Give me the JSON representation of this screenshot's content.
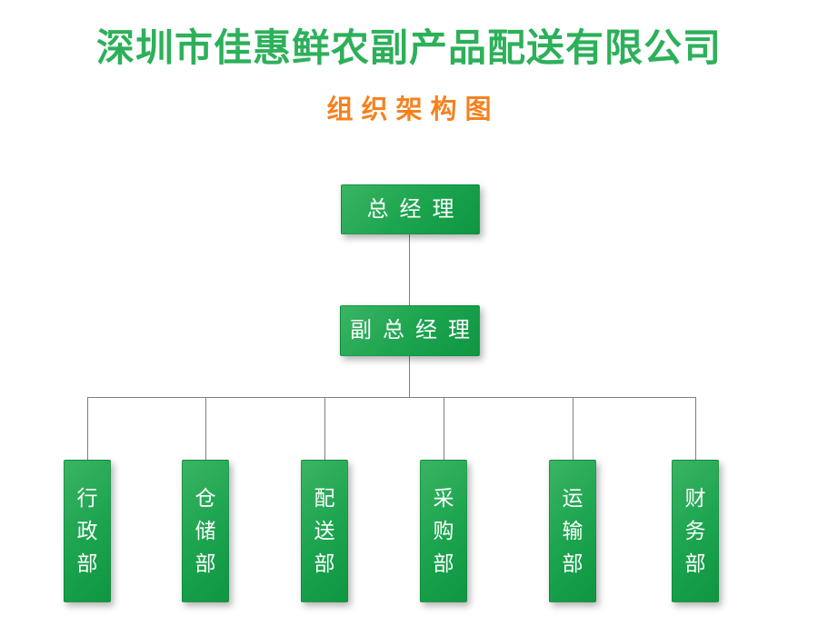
{
  "header": {
    "company_title": "深圳市佳惠鲜农副产品配送有限公司",
    "chart_subtitle": "组织架构图"
  },
  "org_chart": {
    "root": {
      "label": "总经理"
    },
    "deputy": {
      "label": "副总经理"
    },
    "departments": [
      {
        "label": "行政部"
      },
      {
        "label": "仓储部"
      },
      {
        "label": "配送部"
      },
      {
        "label": "采购部"
      },
      {
        "label": "运输部"
      },
      {
        "label": "财务部"
      }
    ]
  },
  "colors": {
    "title_green": "#2DB05A",
    "subtitle_orange": "#F5821E",
    "node_gradient_top": "#3AB463",
    "node_gradient_bottom": "#0E9642",
    "node_text": "#FFFFFF",
    "connector": "#7F7F7F"
  }
}
